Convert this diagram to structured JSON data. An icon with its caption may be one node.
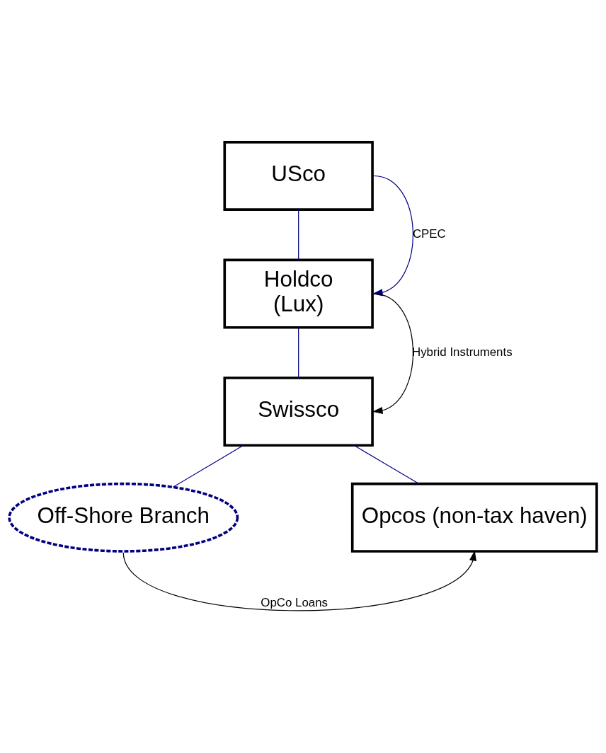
{
  "diagram": {
    "nodes": [
      {
        "text": [
          "USco"
        ]
      },
      {
        "text": [
          "Holdco",
          "(Lux)"
        ]
      },
      {
        "text": [
          "Swissco"
        ]
      },
      {
        "text": [
          "Off-Shore Branch"
        ]
      },
      {
        "text": [
          "Opcos (non-tax haven)"
        ]
      }
    ],
    "edges": [
      {
        "from": 0,
        "to": 1,
        "arrow": "none"
      },
      {
        "from": 1,
        "to": 2,
        "arrow": "none"
      },
      {
        "from": 2,
        "to": 3,
        "arrow": "none"
      },
      {
        "from": 2,
        "to": 4,
        "arrow": "none"
      },
      {
        "from": 0,
        "to": 1,
        "arrow": "to",
        "label": "CPEC"
      },
      {
        "from": 1,
        "to": 2,
        "arrow": "to",
        "label": "Hybrid Instruments",
        "color": "#000000"
      },
      {
        "from": 3,
        "to": 4,
        "arrow": "to",
        "label": "OpCo Loans",
        "color": "#000000"
      }
    ]
  }
}
